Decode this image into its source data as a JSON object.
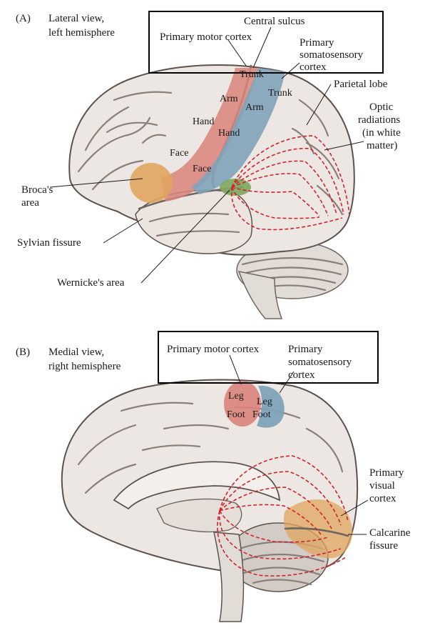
{
  "panel_a": {
    "panel_label": "(A)",
    "view_line1": "Lateral view,",
    "view_line2": "left hemisphere",
    "central_sulcus": "Central sulcus",
    "primary_motor_cortex": "Primary motor cortex",
    "somatosensory_line1": "Primary",
    "somatosensory_line2": "somatosensory",
    "somatosensory_line3": "cortex",
    "parietal_lobe": "Parietal lobe",
    "optic_line1": "Optic",
    "optic_line2": "radiations",
    "optic_line3": "(in white",
    "optic_line4": "matter)",
    "brocas_line1": "Broca's",
    "brocas_line2": "area",
    "sylvian_fissure": "Sylvian fissure",
    "wernickes_area": "Wernicke's area",
    "motor_trunk": "Trunk",
    "motor_arm": "Arm",
    "motor_hand": "Hand",
    "motor_face": "Face",
    "sensory_trunk": "Trunk",
    "sensory_arm": "Arm",
    "sensory_hand": "Hand",
    "sensory_face": "Face"
  },
  "panel_b": {
    "panel_label": "(B)",
    "view_line1": "Medial view,",
    "view_line2": "right hemisphere",
    "primary_motor_cortex": "Primary motor cortex",
    "somatosensory_line1": "Primary",
    "somatosensory_line2": "somatosensory",
    "somatosensory_line3": "cortex",
    "visual_line1": "Primary",
    "visual_line2": "visual",
    "visual_line3": "cortex",
    "calcarine_line1": "Calcarine",
    "calcarine_line2": "fissure",
    "motor_leg": "Leg",
    "motor_foot": "Foot",
    "sensory_leg": "Leg",
    "sensory_foot": "Foot"
  },
  "colors": {
    "motor": "#d9837a",
    "somatosensory": "#7fa3b8",
    "broca": "#e0a55e",
    "wernicke": "#7fa65e",
    "visual": "#e0a55e",
    "optic_radiation": "#d0232b",
    "brain_tissue": "#ede7e3"
  }
}
